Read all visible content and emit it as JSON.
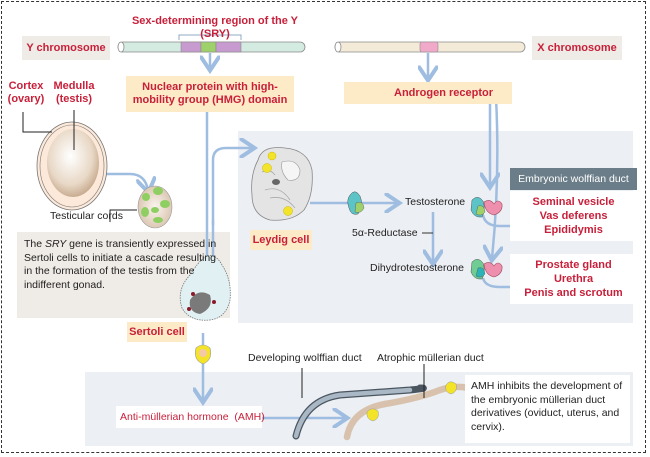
{
  "title": "Sex-determining region of the Y (SRY)",
  "chromosomes": {
    "y_label": "Y chromosome",
    "x_label": "X chromosome"
  },
  "gonad": {
    "cortex_label": "Cortex\n(ovary)",
    "cortex_line1": "Cortex",
    "cortex_line2": "(ovary)",
    "medulla_line1": "Medulla",
    "medulla_line2": "(testis)",
    "testicular_cords": "Testicular cords"
  },
  "hmg": {
    "line1": "Nuclear protein with high-",
    "line2": "mobility group (HMG) domain"
  },
  "androgen_receptor": "Androgen receptor",
  "sry_note": {
    "prefix": "The ",
    "gene": "SRY",
    "rest": " gene is transiently expressed in Sertoli cells to initiate a cascade resulting in the formation of the testis from the indifferent gonad."
  },
  "cells": {
    "leydig": "Leydig cell",
    "sertoli": "Sertoli cell"
  },
  "hormones": {
    "testosterone": "Testosterone",
    "reductase": "5α-Reductase",
    "dht": "Dihydrotestosterone",
    "amh": "Anti-müllerian hormone  (AMH)"
  },
  "wolffian": {
    "header": "Embryonic wolffian duct",
    "group1": [
      "Seminal vesicle",
      "Vas deferens",
      "Epididymis"
    ],
    "group2": [
      "Prostate gland",
      "Urethra",
      "Penis and scrotum"
    ]
  },
  "ducts": {
    "developing": "Developing wolffian duct",
    "atrophic": "Atrophic müllerian duct"
  },
  "amh_note": "AMH inhibits the development of the embryonic müllerian duct derivatives (oviduct, uterus, and cervix).",
  "colors": {
    "label_red": "#c8203a",
    "arrow_blue": "#9fbde0",
    "panel_gray": "#eceff3",
    "header_slate": "#6b7d88",
    "cream": "#fdebc8",
    "beige": "#efebe6"
  }
}
